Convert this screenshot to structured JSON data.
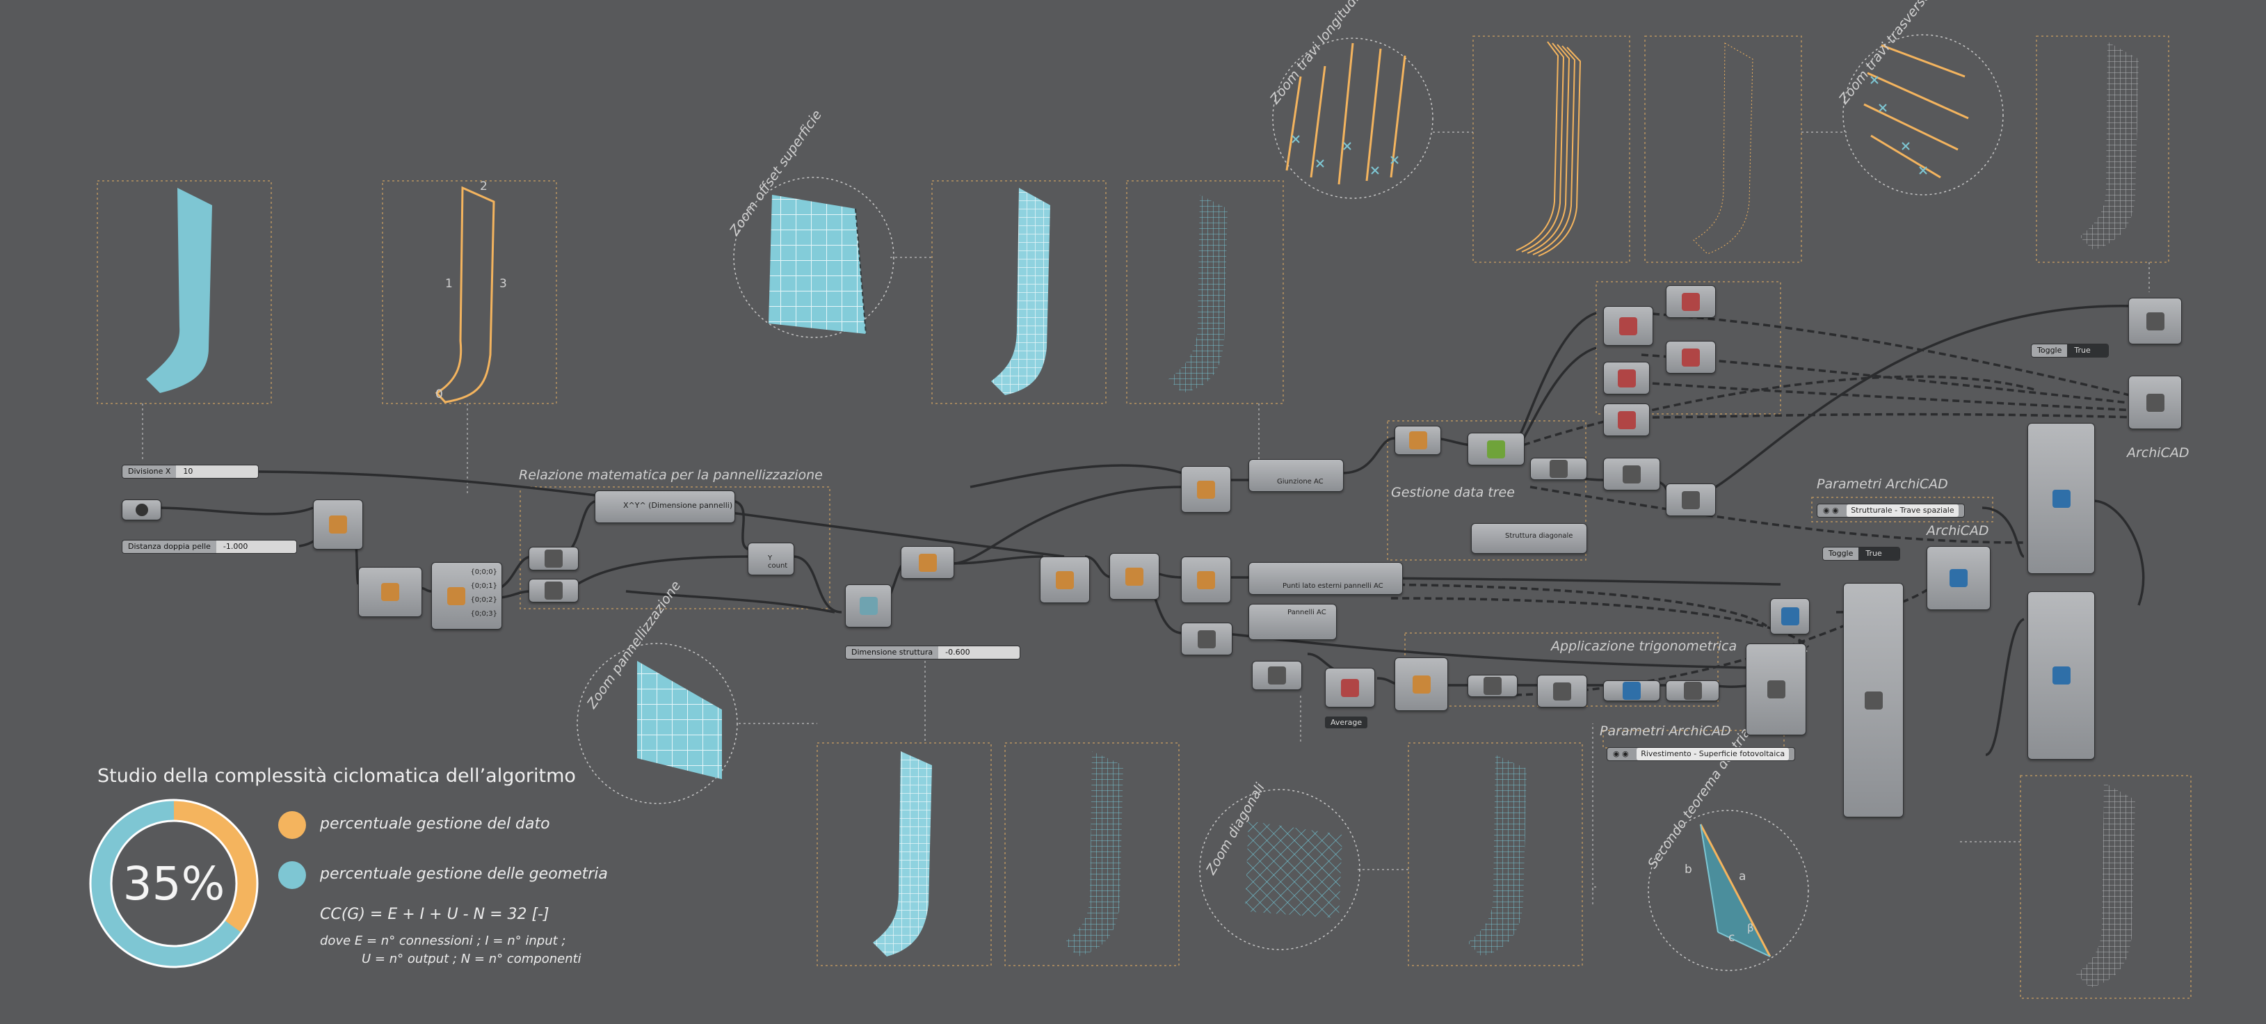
{
  "labels": {
    "relazione": "Relazione matematica per la pannellizzazione",
    "gestione_tree": "Gestione data tree",
    "applicazione": "Applicazione trigonometrica",
    "parametri_archicad_top": "Parametri ArchiCAD",
    "parametri_archicad_bottom": "Parametri ArchiCAD",
    "archicad_1": "ArchiCAD",
    "archicad_2": "ArchiCAD"
  },
  "zoom_labels": {
    "offset": "Zoom offset superficie",
    "longitudinali": "Zoom travi longitudinali",
    "trasversali": "Zoom travi trasversali",
    "pannellizzazione": "Zoom pannellizzazione",
    "diagonali": "Zoom diagonali",
    "teorema": "Secondo teorema dei triangoli rettangoli"
  },
  "curve_labels": {
    "p0": "0",
    "p1": "1",
    "p2": "2",
    "p3": "3"
  },
  "triangle_labels": {
    "a": "a",
    "b": "b",
    "c": "c",
    "beta": "β"
  },
  "sliders": {
    "divisione": {
      "name": "Divisione X",
      "value": "10"
    },
    "distanza": {
      "name": "Distanza doppia pelle",
      "value": "-1.000"
    },
    "dimensione": {
      "name": "Dimensione struttura",
      "value": "-0.600"
    }
  },
  "toggles": {
    "toggle1": {
      "name": "Toggle",
      "value": "True"
    },
    "toggle2": {
      "name": "Toggle",
      "value": "True"
    }
  },
  "value_nodes": {
    "strutturale": "Strutturale - Trave spaziale",
    "rivestimento": "Rivestimento - Superficie fotovoltaica"
  },
  "components": {
    "dim_pannelli": "X^Y^ (Dimensione pannelli)",
    "giunzione": "Giunzione AC",
    "punti_lato": "Punti lato esterni pannelli AC",
    "pannelli_ac": "Pannelli AC",
    "struttura_diagonale": "Struttura diagonale",
    "y_count": "Y count",
    "average": "Average"
  },
  "tree_paths": [
    "{0;0;0}",
    "{0;0;1}",
    "{0;0;2}",
    "{0;0;3}"
  ],
  "summary": {
    "title": "Studio della complessità ciclomatica dell’algoritmo",
    "percent_label": "35%",
    "legend_data": "percentuale gestione del dato",
    "legend_geometry": "percentuale gestione delle geometria",
    "formula": "CC(G) =  E + I + U - N = 32   [-]",
    "note_line1": "dove    E = n° connessioni ; I = n° input ;",
    "note_line2": "U = n° output  ; N = n° componenti"
  },
  "chart_data": {
    "type": "pie",
    "categories": [
      "percentuale gestione del dato",
      "percentuale gestione delle geometria"
    ],
    "values": [
      35,
      65
    ],
    "colors": [
      "#f4b45e",
      "#7ec6d3"
    ]
  },
  "colors": {
    "background": "#58595b",
    "accent_orange": "#f4b45e",
    "accent_teal": "#7ec6d3",
    "frame": "#b7905a"
  }
}
